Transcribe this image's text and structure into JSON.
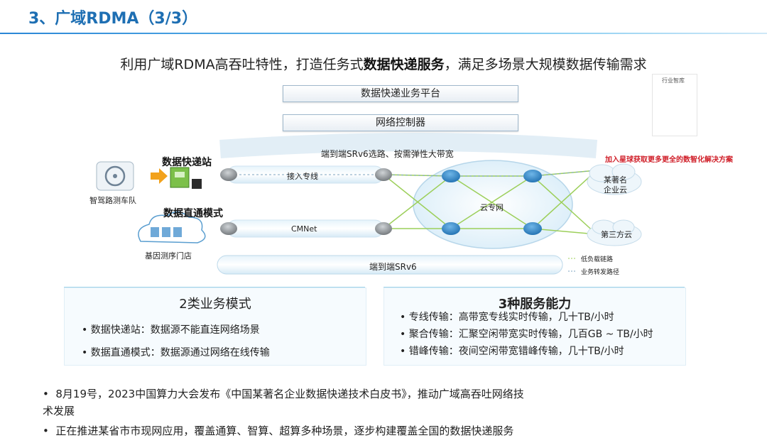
{
  "slide": {
    "title": "3、广域RDMA（3/3）",
    "subtitle_pre": "利用广域RDMA高吞吐特性，打造任务式",
    "subtitle_bold": "数据快递服务",
    "subtitle_post": "，满足多场景大规模数据传输需求"
  },
  "diagram": {
    "platform": "数据快递业务平台",
    "controller": "网络控制器",
    "srv6_top_label": "端到端SRv6选路、按需弹性大带宽",
    "express_station": "数据快递站",
    "direct_mode": "数据直通模式",
    "fleet_label": "智驾路测车队",
    "store_label": "基因测序门店",
    "access_line": "接入专线",
    "cmnet": "CMNet",
    "cloud_net": "云专网",
    "enterprise_cloud_1": "某著名",
    "enterprise_cloud_2": "企业云",
    "third_party_cloud": "第三方云",
    "srv6_bottom": "端到端SRv6",
    "legend_low_load": "低负载链路",
    "legend_forward": "业务转发路径",
    "red_note": "加入星球获取更多更全的数智化解决方案",
    "qr_top": "行业智库"
  },
  "left_panel": {
    "title": "2类业务模式",
    "items": [
      "数据快递站：数据源不能直连网络场景",
      "数据直通模式：数据源通过网络在线传输"
    ]
  },
  "right_panel": {
    "title": "3种服务能力",
    "items": [
      "专线传输：高带宽专线实时传输，几十TB/小时",
      "聚合传输：汇聚空闲带宽实时传输，几百GB ~ TB/小时",
      "错峰传输：夜间空闲带宽错峰传输，几十TB/小时"
    ]
  },
  "bullets": {
    "line1": "8月19号，2023中国算力大会发布《中国某著名企业数据快递技术白皮书》，推动广域高吞吐网络技",
    "line2": "术发展",
    "line3": "正在推进某省市市现网应用，覆盖通算、智算、超算多种场景，逐步构建覆盖全国的数据快递服务"
  },
  "colors": {
    "title": "#1e6fb3",
    "accent_red": "#d0202a",
    "router": "#2d86c8",
    "green_link": "#9ccf5a"
  }
}
